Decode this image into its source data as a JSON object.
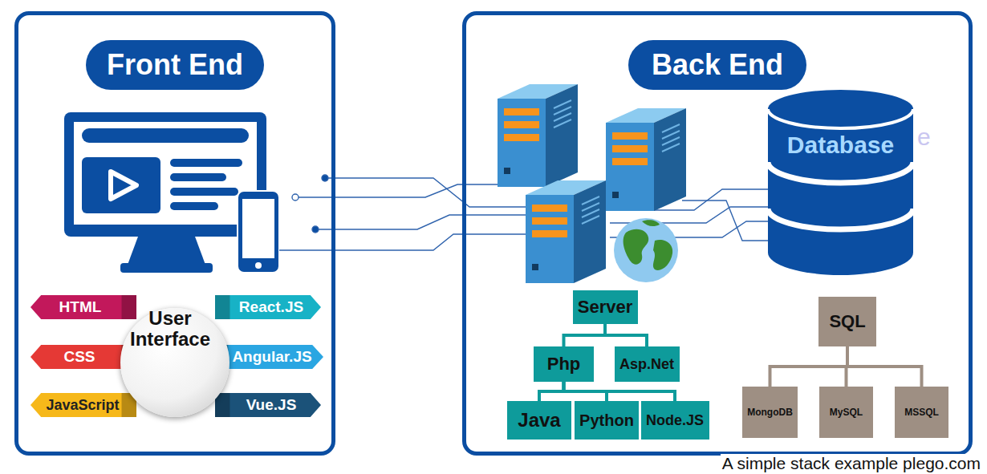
{
  "diagram": {
    "caption": "A simple stack example plego.com",
    "nodes": [
      {
        "text": [
          "Front End"
        ]
      },
      {
        "text": [
          "HTML"
        ],
        "in": 0
      },
      {
        "text": [
          "React.JS"
        ],
        "in": 0
      },
      {
        "text": [
          "User Interface"
        ],
        "in": 0
      },
      {
        "text": [
          "CSS"
        ],
        "in": 0
      },
      {
        "text": [
          "Angular.JS"
        ],
        "in": 0
      },
      {
        "text": [
          "JavaScript"
        ],
        "in": 0
      },
      {
        "text": [
          "Vue.JS"
        ],
        "in": 0
      },
      {
        "text": [
          "Back End"
        ]
      },
      {
        "text": [
          "Database"
        ],
        "in": 8
      },
      {
        "text": [
          "Server"
        ],
        "in": 8
      },
      {
        "text": [
          "SQL"
        ],
        "in": 8
      },
      {
        "text": [
          "Php"
        ],
        "in": 8
      },
      {
        "text": [
          "Asp.Net"
        ],
        "in": 8
      },
      {
        "text": [
          "Java"
        ],
        "in": 8
      },
      {
        "text": [
          "Python"
        ],
        "in": 8
      },
      {
        "text": [
          "Node.JS"
        ],
        "in": 8
      },
      {
        "text": [
          "MongoDB"
        ],
        "in": 8
      },
      {
        "text": [
          "MySQL"
        ],
        "in": 8
      },
      {
        "text": [
          "MSSQL"
        ],
        "in": 8
      }
    ],
    "edges": [
      {
        "from": 10,
        "to": 12,
        "arrow": "none"
      },
      {
        "from": 10,
        "to": 13,
        "arrow": "none"
      },
      {
        "from": 12,
        "to": 14,
        "arrow": "none"
      },
      {
        "from": 12,
        "to": 15,
        "arrow": "none"
      },
      {
        "from": 12,
        "to": 16,
        "arrow": "none"
      },
      {
        "from": 11,
        "to": 17,
        "arrow": "none"
      },
      {
        "from": 11,
        "to": 18,
        "arrow": "none"
      },
      {
        "from": 11,
        "to": 19,
        "arrow": "none"
      }
    ],
    "labels": [
      "e"
    ]
  }
}
